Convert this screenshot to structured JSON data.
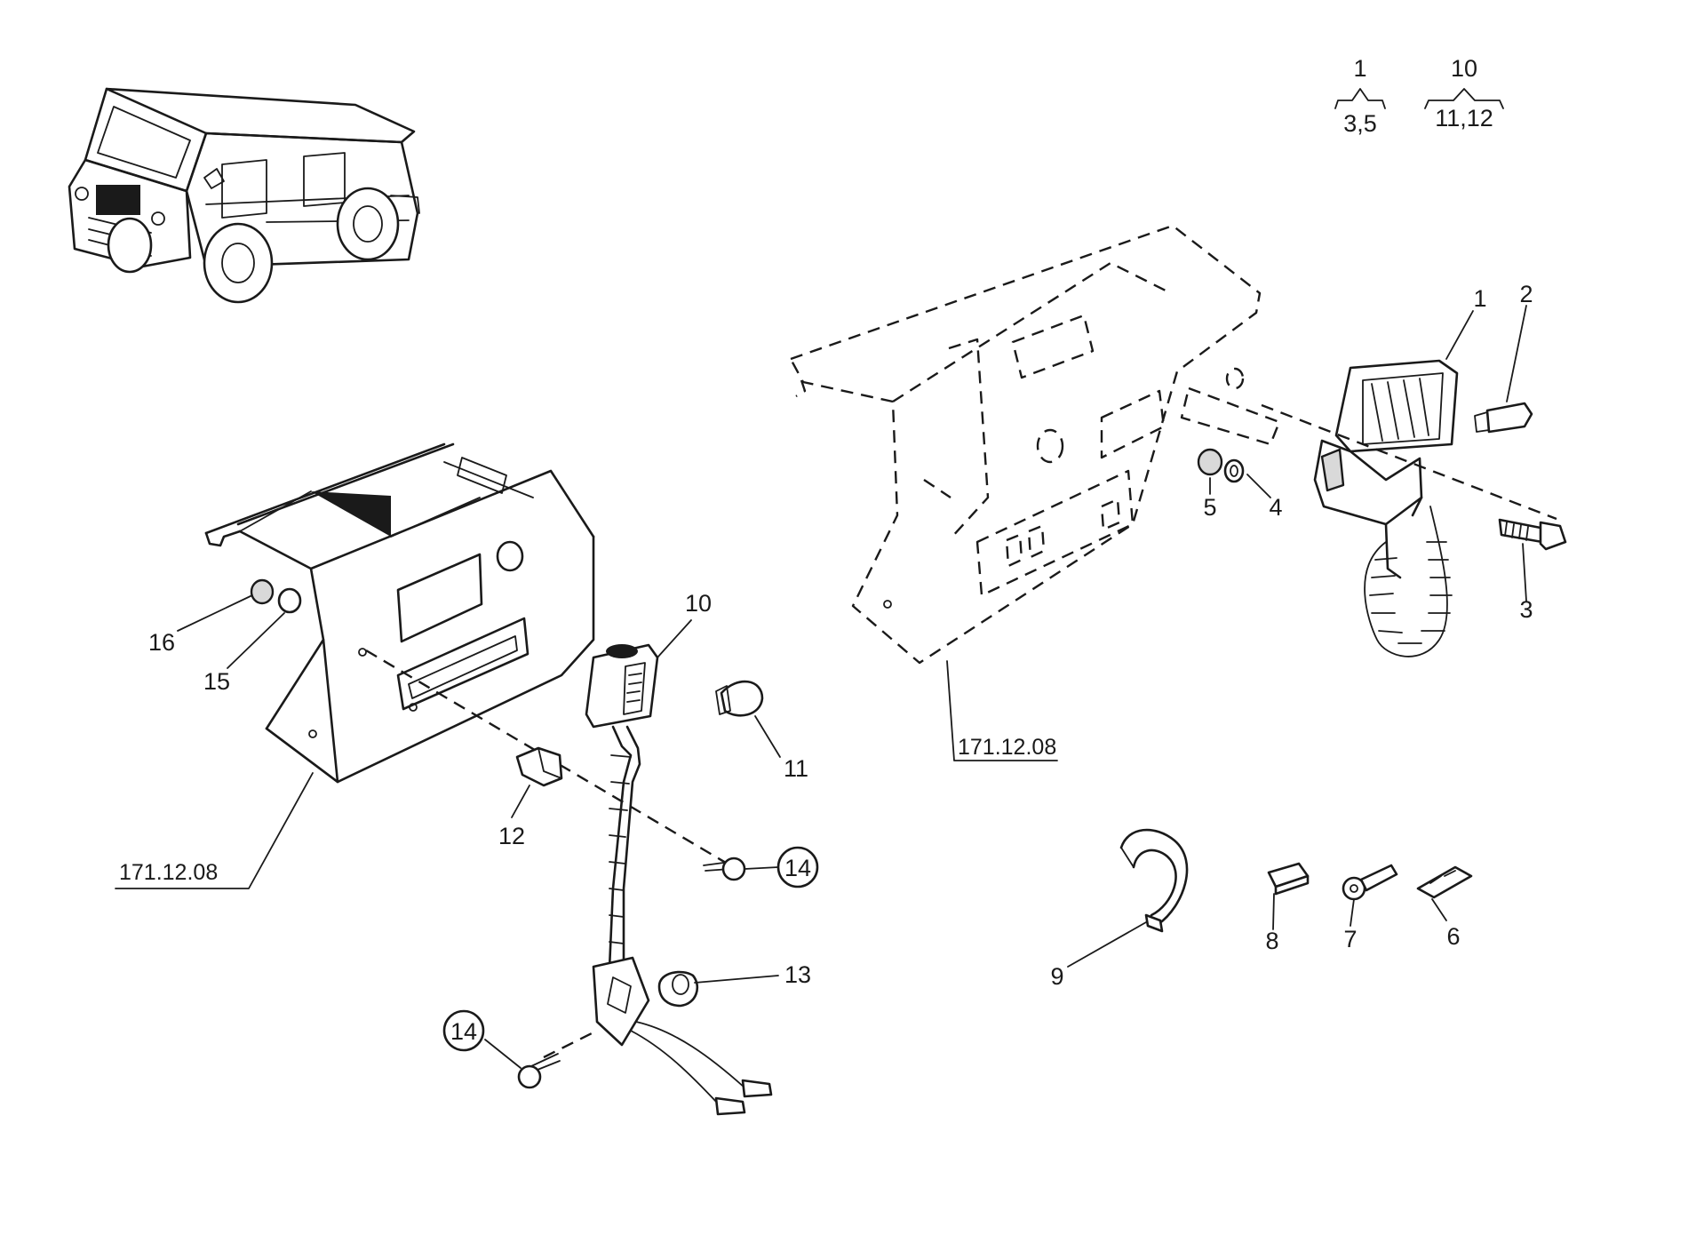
{
  "legend": {
    "group_a": {
      "parent": "1",
      "children": "3,5"
    },
    "group_b": {
      "parent": "10",
      "children": "11,12"
    }
  },
  "reference_labels": {
    "left": "171.12.08",
    "right": "171.12.08"
  },
  "callouts": {
    "c1": "1",
    "c2": "2",
    "c3": "3",
    "c4": "4",
    "c5": "5",
    "c6": "6",
    "c7": "7",
    "c8": "8",
    "c9": "9",
    "c10": "10",
    "c11": "11",
    "c12": "12",
    "c13": "13",
    "c14a": "14",
    "c14b": "14",
    "c15": "15",
    "c16": "16"
  }
}
